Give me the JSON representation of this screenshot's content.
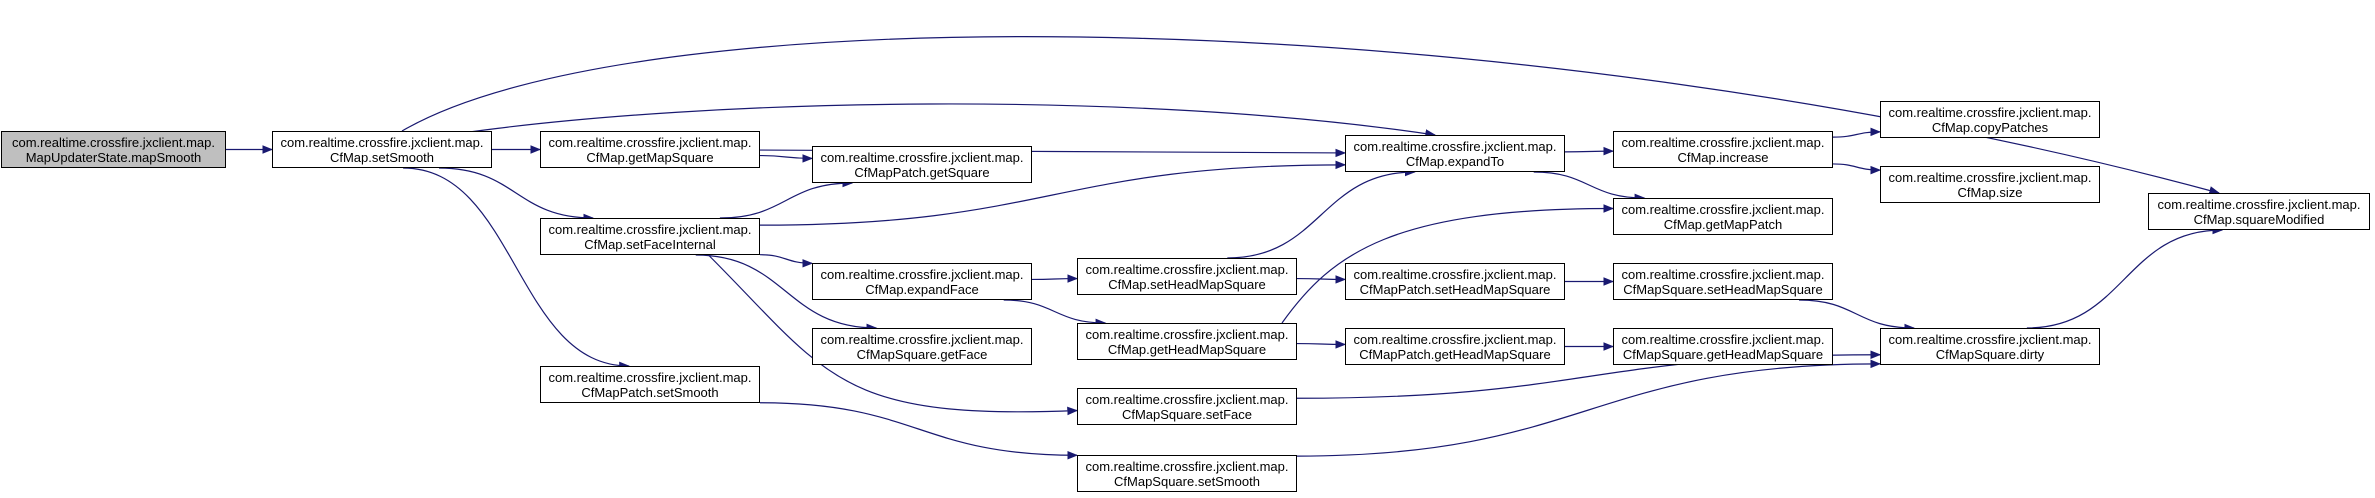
{
  "colors": {
    "edge": "#191970",
    "root_fill": "#bfbfbf",
    "node_fill": "#ffffff",
    "node_border": "#000000"
  },
  "nodes": {
    "mapsmooth": {
      "line1": "com.realtime.crossfire.jxclient.map.",
      "line2": "MapUpdaterState.mapSmooth"
    },
    "setsmooth": {
      "line1": "com.realtime.crossfire.jxclient.map.",
      "line2": "CfMap.setSmooth"
    },
    "getmapsquare": {
      "line1": "com.realtime.crossfire.jxclient.map.",
      "line2": "CfMap.getMapSquare"
    },
    "setfaceinternal": {
      "line1": "com.realtime.crossfire.jxclient.map.",
      "line2": "CfMap.setFaceInternal"
    },
    "patchsetsmooth": {
      "line1": "com.realtime.crossfire.jxclient.map.",
      "line2": "CfMapPatch.setSmooth"
    },
    "patchgetsquare": {
      "line1": "com.realtime.crossfire.jxclient.map.",
      "line2": "CfMapPatch.getSquare"
    },
    "expandface": {
      "line1": "com.realtime.crossfire.jxclient.map.",
      "line2": "CfMap.expandFace"
    },
    "squaregetface": {
      "line1": "com.realtime.crossfire.jxclient.map.",
      "line2": "CfMapSquare.getFace"
    },
    "setheadmapsquare": {
      "line1": "com.realtime.crossfire.jxclient.map.",
      "line2": "CfMap.setHeadMapSquare"
    },
    "getheadmapsquare": {
      "line1": "com.realtime.crossfire.jxclient.map.",
      "line2": "CfMap.getHeadMapSquare"
    },
    "squaresetface": {
      "line1": "com.realtime.crossfire.jxclient.map.",
      "line2": "CfMapSquare.setFace"
    },
    "squaresetsmooth": {
      "line1": "com.realtime.crossfire.jxclient.map.",
      "line2": "CfMapSquare.setSmooth"
    },
    "expandto": {
      "line1": "com.realtime.crossfire.jxclient.map.",
      "line2": "CfMap.expandTo"
    },
    "patchsethead": {
      "line1": "com.realtime.crossfire.jxclient.map.",
      "line2": "CfMapPatch.setHeadMapSquare"
    },
    "patchgethead": {
      "line1": "com.realtime.crossfire.jxclient.map.",
      "line2": "CfMapPatch.getHeadMapSquare"
    },
    "increase": {
      "line1": "com.realtime.crossfire.jxclient.map.",
      "line2": "CfMap.increase"
    },
    "getmappatch": {
      "line1": "com.realtime.crossfire.jxclient.map.",
      "line2": "CfMap.getMapPatch"
    },
    "squaresethead": {
      "line1": "com.realtime.crossfire.jxclient.map.",
      "line2": "CfMapSquare.setHeadMapSquare"
    },
    "squaregethead": {
      "line1": "com.realtime.crossfire.jxclient.map.",
      "line2": "CfMapSquare.getHeadMapSquare"
    },
    "copypatches": {
      "line1": "com.realtime.crossfire.jxclient.map.",
      "line2": "CfMap.copyPatches"
    },
    "size": {
      "line1": "com.realtime.crossfire.jxclient.map.",
      "line2": "CfMap.size"
    },
    "dirty": {
      "line1": "com.realtime.crossfire.jxclient.map.",
      "line2": "CfMapSquare.dirty"
    },
    "squaremodified": {
      "line1": "com.realtime.crossfire.jxclient.map.",
      "line2": "CfMap.squareModified"
    }
  },
  "edges": [
    [
      "mapsmooth",
      "setsmooth"
    ],
    [
      "setsmooth",
      "getmapsquare"
    ],
    [
      "setsmooth",
      "setfaceinternal"
    ],
    [
      "setsmooth",
      "patchsetsmooth"
    ],
    [
      "setsmooth",
      "expandto"
    ],
    [
      "setsmooth",
      "squaremodified"
    ],
    [
      "getmapsquare",
      "patchgetsquare"
    ],
    [
      "getmapsquare",
      "expandto"
    ],
    [
      "setfaceinternal",
      "patchgetsquare"
    ],
    [
      "setfaceinternal",
      "expandto"
    ],
    [
      "setfaceinternal",
      "expandface"
    ],
    [
      "setfaceinternal",
      "squaregetface"
    ],
    [
      "setfaceinternal",
      "squaresetface"
    ],
    [
      "patchsetsmooth",
      "squaresetsmooth"
    ],
    [
      "expandface",
      "setheadmapsquare"
    ],
    [
      "expandface",
      "getheadmapsquare"
    ],
    [
      "setheadmapsquare",
      "expandto"
    ],
    [
      "setheadmapsquare",
      "patchsethead"
    ],
    [
      "getheadmapsquare",
      "getmappatch"
    ],
    [
      "getheadmapsquare",
      "patchgethead"
    ],
    [
      "expandto",
      "increase"
    ],
    [
      "expandto",
      "getmappatch"
    ],
    [
      "increase",
      "copypatches"
    ],
    [
      "increase",
      "size"
    ],
    [
      "patchsethead",
      "squaresethead"
    ],
    [
      "patchgethead",
      "squaregethead"
    ],
    [
      "squaresethead",
      "dirty"
    ],
    [
      "squaresetface",
      "dirty"
    ],
    [
      "squaresetsmooth",
      "dirty"
    ],
    [
      "dirty",
      "squaremodified"
    ]
  ]
}
